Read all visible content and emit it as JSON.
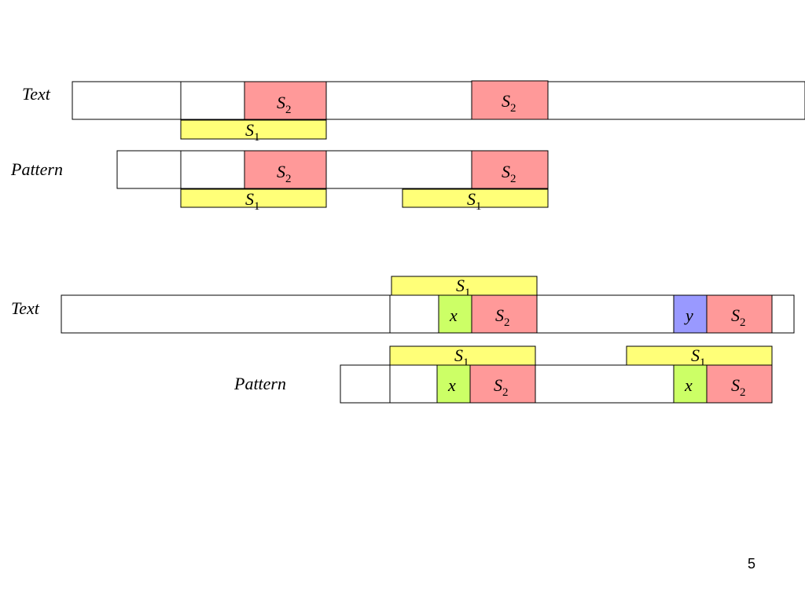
{
  "colors": {
    "yellow": "#ffff78",
    "pink": "#ff9999",
    "green": "#ccff66",
    "blue": "#9999ff",
    "white": "#ffffff"
  },
  "labels": {
    "text": "Text",
    "pattern": "Pattern",
    "page_number": "5"
  },
  "symbols": {
    "s": "S",
    "x": "x",
    "y": "y",
    "sub1": "1",
    "sub2": "2"
  },
  "diagram": [
    {
      "row": "text-1",
      "segments": [
        "s2",
        "s2"
      ]
    },
    {
      "row": "s1-under-text-1",
      "segments": [
        "s1"
      ]
    },
    {
      "row": "pattern-1",
      "segments": [
        "s2",
        "s2"
      ]
    },
    {
      "row": "s1-under-pattern-1",
      "segments": [
        "s1",
        "s1"
      ]
    },
    {
      "row": "s1-above-text-2",
      "segments": [
        "s1"
      ]
    },
    {
      "row": "text-2",
      "segments": [
        "x",
        "s2",
        "y",
        "s2"
      ]
    },
    {
      "row": "s1-above-pattern-2",
      "segments": [
        "s1",
        "s1"
      ]
    },
    {
      "row": "pattern-2",
      "segments": [
        "x",
        "s2",
        "x",
        "s2"
      ]
    }
  ]
}
